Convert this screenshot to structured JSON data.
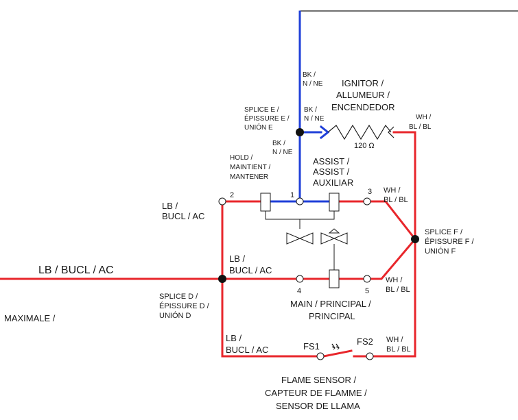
{
  "labels": {
    "main_wire": "LB / BUCL / AC",
    "partial_left": "MAXIMALE /",
    "lb_top_1": "LB /",
    "lb_top_2": "BUCL / AC",
    "lb_mid_1": "LB /",
    "lb_mid_2": "BUCL / AC",
    "lb_bot_1": "LB /",
    "lb_bot_2": "BUCL / AC",
    "splice_d": [
      "SPLICE D /",
      "ÉPISSURE D /",
      "UNIÓN D"
    ],
    "splice_e": [
      "SPLICE E /",
      "ÉPISSURE E /",
      "UNIÓN E"
    ],
    "splice_f": [
      "SPLICE F /",
      "ÉPISSURE F /",
      "UNIÓN F"
    ],
    "bk_top": [
      "BK /",
      "N / NE"
    ],
    "bk_mid": [
      "BK /",
      "N / NE"
    ],
    "bk_low": [
      "BK /",
      "N / NE"
    ],
    "ignitor": [
      "IGNITOR /",
      "ALLUMEUR /",
      "ENCENDEDOR"
    ],
    "wh_ign": [
      "WH /",
      "BL / BL"
    ],
    "wh_3": [
      "WH /",
      "BL / BL"
    ],
    "wh_5": [
      "WH /",
      "BL / BL"
    ],
    "wh_fs": [
      "WH /",
      "BL / BL"
    ],
    "ohms": "120 Ω",
    "hold": [
      "HOLD /",
      "MAINTIENT /",
      "MANTENER"
    ],
    "assist": [
      "ASSIST /",
      "ASSIST /",
      "AUXILIAR"
    ],
    "main_valve": [
      "MAIN / PRINCIPAL /",
      "PRINCIPAL"
    ],
    "flame_sensor": [
      "FLAME SENSOR /",
      "CAPTEUR DE FLAMME /",
      "SENSOR DE LLAMA"
    ],
    "t2": "2",
    "t1": "1",
    "t3": "3",
    "t4": "4",
    "t5": "5",
    "fs1": "FS1",
    "fs2": "FS2"
  },
  "colors": {
    "red_wire": "#e8262b",
    "blue_wire": "#1f3fd8",
    "black": "#1a1a1a"
  }
}
